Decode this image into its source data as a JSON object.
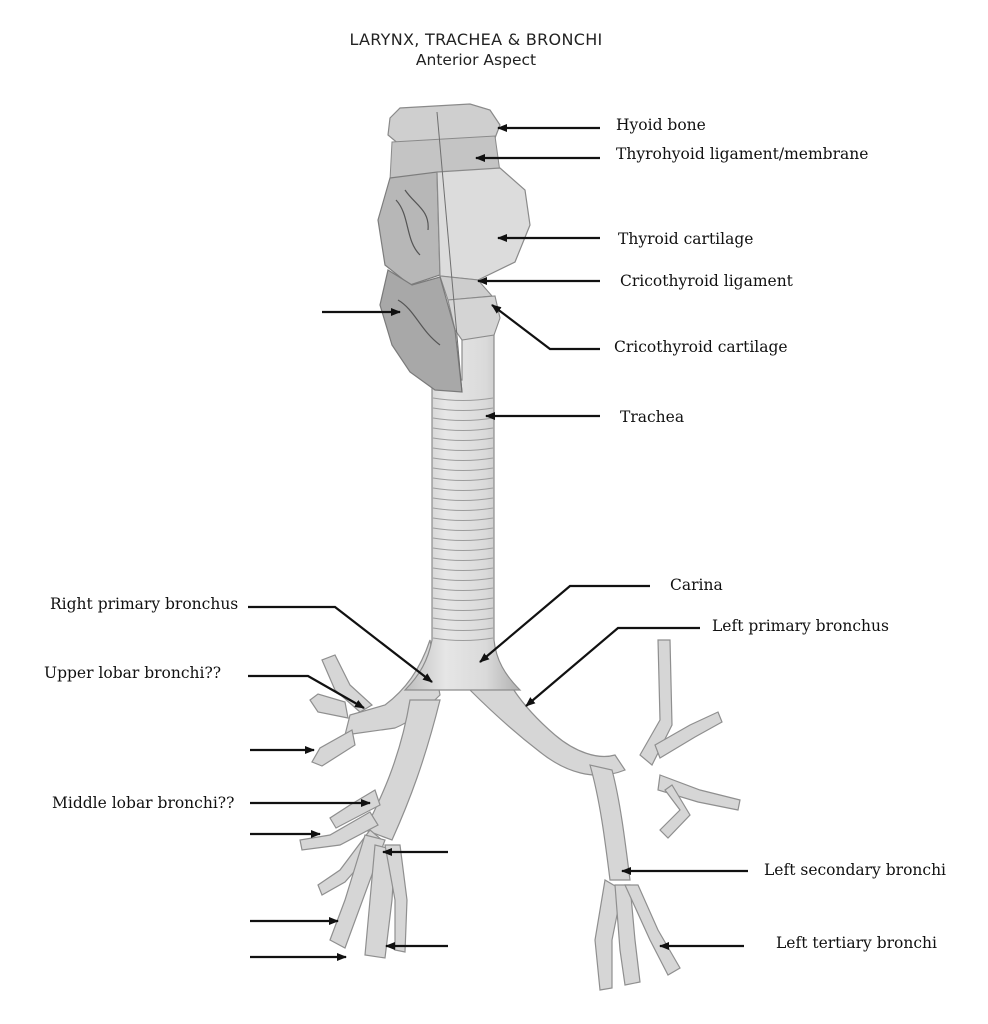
{
  "title": "LARYNX, TRACHEA & BRONCHI",
  "subtitle": "Anterior Aspect",
  "labels": {
    "hyoid_bone": "Hyoid bone",
    "thyrohyoid": "Thyrohyoid ligament/membrane",
    "thyroid_cartilage": "Thyroid cartilage",
    "cricothyroid_ligament": "Cricothyroid ligament",
    "cricothyroid_cartilage": "Cricothyroid cartilage",
    "trachea": "Trachea",
    "carina": "Carina",
    "right_primary_bronchus": "Right primary bronchus",
    "left_primary_bronchus": "Left primary bronchus",
    "upper_lobar_bronchi": "Upper lobar bronchi??",
    "middle_lobar_bronchi": "Middle lobar bronchi??",
    "left_secondary_bronchi": "Left secondary bronchi",
    "left_tertiary_bronchi": "Left tertiary bronchi"
  },
  "colors": {
    "model_fill": "#d9d9d9",
    "model_dark": "#8a8a8a",
    "ring_line": "#9c9c9c",
    "arrow": "#111111"
  }
}
